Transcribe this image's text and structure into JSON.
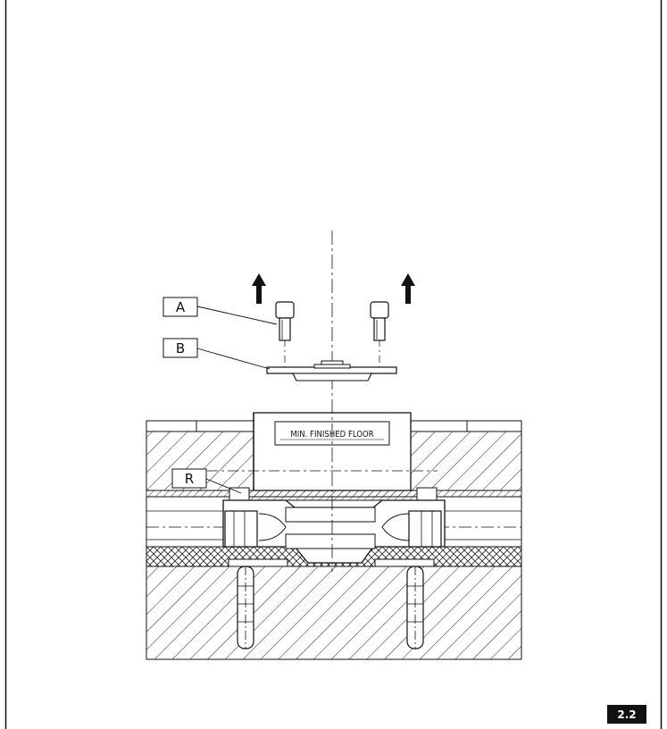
{
  "figure": {
    "number": "2.2",
    "floor_label": "MIN. FINISHED FLOOR",
    "callouts": {
      "a": "A",
      "b": "B",
      "r": "R"
    }
  }
}
